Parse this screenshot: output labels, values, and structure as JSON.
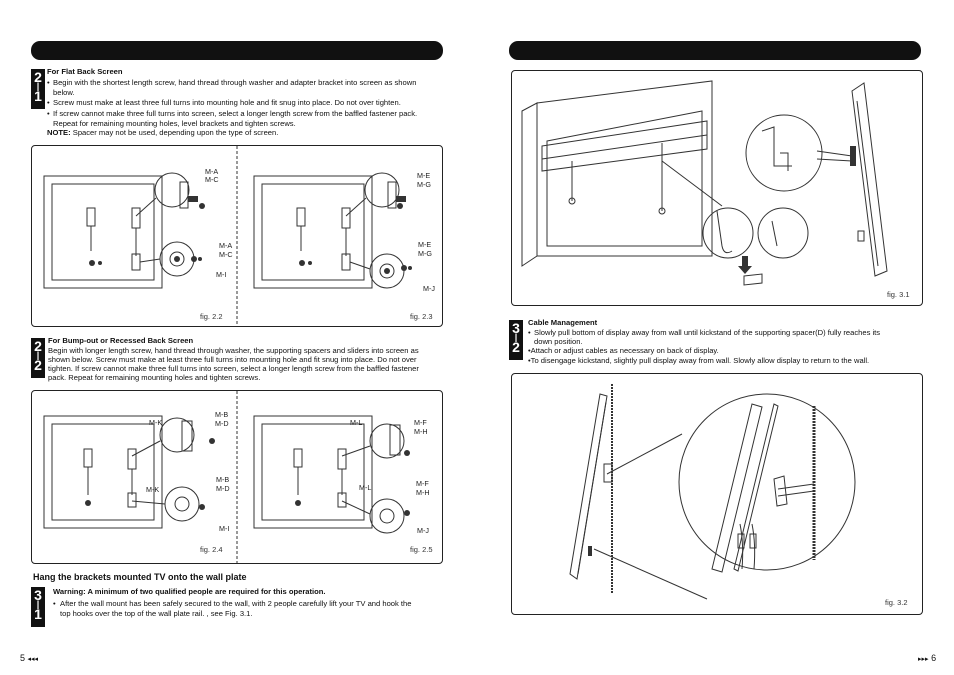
{
  "left": {
    "step_2_1": {
      "num_top": "2",
      "num_sep": "|",
      "num_bottom": "1",
      "heading": "For Flat Back Screen",
      "bullets": [
        "Begin with the shortest length screw, hand thread through washer and adapter bracket into screen as shown",
        "below.",
        "Screw must make at least three full turns into mounting hole and fit snug into place. Do not over tighten.",
        "If screw cannot make three full turns into screen, select a longer length screw from the baffled fastener pack.",
        "Repeat for remaining mounting holes, level brackets and tighten screws."
      ],
      "note_label": "NOTE:",
      "note_text": "Spacer may not be used, depending upon the type of screen."
    },
    "fig_2_2": {
      "caption": "fig. 2.2",
      "labels_top": [
        "M-A",
        "M-C"
      ],
      "labels_mid": [
        "M-A",
        "M-C"
      ],
      "label_bottom": "M-I"
    },
    "fig_2_3": {
      "caption": "fig. 2.3",
      "labels_top": [
        "M-E",
        "M-G"
      ],
      "labels_mid": [
        "M-E",
        "M-G"
      ],
      "label_bottom": "M-J"
    },
    "step_2_2": {
      "num_top": "2",
      "num_sep": "|",
      "num_bottom": "2",
      "heading": "For Bump-out or Recessed Back Screen",
      "lines": [
        "Begin with longer length screw, hand thread through washer, the supporting spacers and sliders into screen as",
        "shown below. Screw must make at least three full turns into mounting hole and fit snug into place. Do not over",
        "tighten. If screw cannot make three full turns into screen, select a longer length screw from the baffled fastener",
        "pack. Repeat for remaining mounting holes and tighten screws."
      ]
    },
    "fig_2_4": {
      "caption": "fig. 2.4",
      "label_k1": "M-K",
      "label_k2": "M-K",
      "labels_top": [
        "M-B",
        "M-D"
      ],
      "labels_mid": [
        "M-B",
        "M-D"
      ],
      "label_bottom": "M-I"
    },
    "fig_2_5": {
      "caption": "fig. 2.5",
      "label_l1": "M-L",
      "label_l2": "M-L",
      "labels_top": [
        "M-F",
        "M-H"
      ],
      "labels_mid": [
        "M-F",
        "M-H"
      ],
      "label_bottom": "M-J"
    },
    "section_heading": "Hang the brackets mounted TV onto the wall plate",
    "step_3_1": {
      "num_top": "3",
      "num_sep": "|",
      "num_bottom": "1",
      "warning": "Warning: A minimum of two qualified people are required for this operation.",
      "bullets": [
        "After the wall mount has been safely secured to the wall, with 2 people carefully lift your TV and hook the",
        "top hooks over the top of the wall plate rail. , see Fig. 3.1."
      ]
    },
    "page_number": "5"
  },
  "right": {
    "fig_3_1": {
      "caption": "fig. 3.1"
    },
    "step_3_2": {
      "num_top": "3",
      "num_sep": "|",
      "num_bottom": "2",
      "heading": "Cable Management",
      "lines": [
        "Slowly pull bottom of display away from wall until kickstand of the supporting spacer(D) fully reaches its",
        "down position.",
        "•Attach or adjust cables as necessary on back of display.",
        "•To disengage kickstand, slightly pull display away from wall. Slowly allow display to return to the wall."
      ]
    },
    "fig_3_2": {
      "caption": "fig. 3.2"
    },
    "page_number": "6"
  }
}
